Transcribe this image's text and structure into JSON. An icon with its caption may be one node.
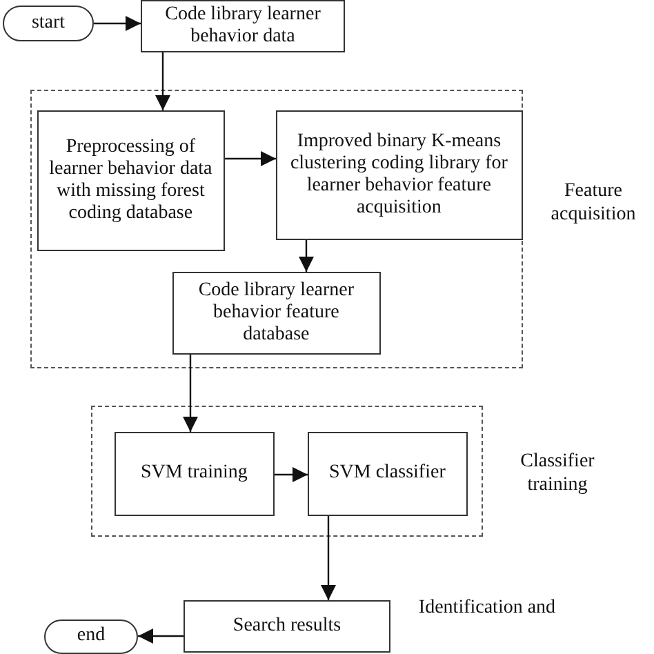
{
  "diagram": {
    "nodes": [
      {
        "text": [
          "start"
        ]
      },
      {
        "text": [
          "Code library learner behavior data"
        ]
      },
      {
        "text": [
          "Feature acquisition"
        ]
      },
      {
        "text": [
          "Preprocessing of learner behavior data with missing forest coding database"
        ],
        "in": 2
      },
      {
        "text": [
          "Improved binary K-means clustering coding library for learner behavior feature acquisition"
        ],
        "in": 2
      },
      {
        "text": [
          "Code library learner behavior feature database"
        ],
        "in": 2
      },
      {
        "text": [
          "Classifier training"
        ]
      },
      {
        "text": [
          "SVM training"
        ],
        "in": 6
      },
      {
        "text": [
          "SVM classifier"
        ],
        "in": 6
      },
      {
        "text": [
          "Search results"
        ]
      },
      {
        "text": [
          "end"
        ]
      }
    ],
    "edges": [
      {
        "from": 0,
        "to": 1,
        "arrow": "to"
      },
      {
        "from": 1,
        "to": 3,
        "arrow": "to"
      },
      {
        "from": 3,
        "to": 4,
        "arrow": "to"
      },
      {
        "from": 4,
        "to": 5,
        "arrow": "to"
      },
      {
        "from": 5,
        "to": 7,
        "arrow": "to"
      },
      {
        "from": 7,
        "to": 8,
        "arrow": "to"
      },
      {
        "from": 8,
        "to": 9,
        "arrow": "to"
      },
      {
        "from": 9,
        "to": 10,
        "arrow": "to"
      }
    ],
    "labels": [
      "Identification and"
    ]
  }
}
